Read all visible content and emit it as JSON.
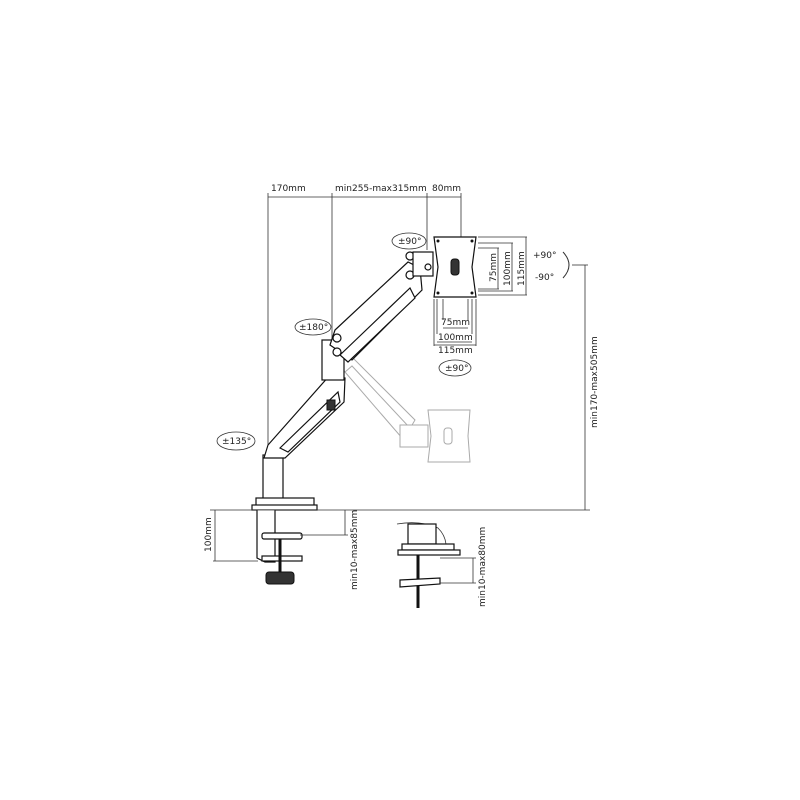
{
  "dimensions": {
    "base_offset": "170mm",
    "arm_reach": "min255-max315mm",
    "head_offset": "80mm",
    "vesa_h_75": "75mm",
    "vesa_h_100": "100mm",
    "vesa_h_115": "115mm",
    "vesa_v_75": "75mm",
    "vesa_v_100": "100mm",
    "vesa_v_115": "115mm",
    "height_range": "min170-max505mm",
    "clamp_height": "100mm",
    "clamp_desk_thickness": "min10-max85mm",
    "grommet_desk_thickness": "min10-max80mm"
  },
  "rotations": {
    "head_swivel": "±90°",
    "tilt_up": "+90°",
    "tilt_down": "-90°",
    "rotate_bottom": "±90°",
    "elbow": "±180°",
    "base": "±135°"
  },
  "colors": {
    "line": "#111111",
    "ghost": "#aaaaaa"
  }
}
